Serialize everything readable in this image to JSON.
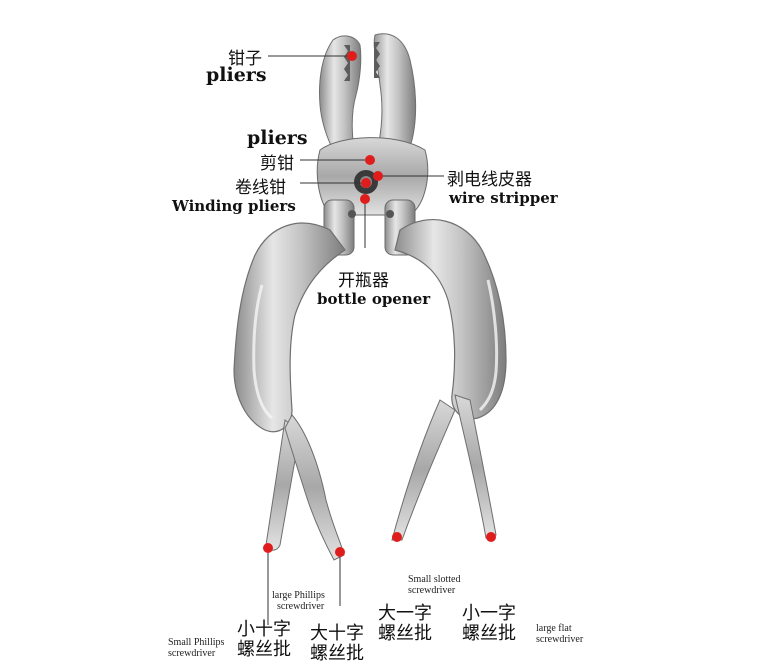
{
  "labels": {
    "pliers_cn": "钳子",
    "pliers_en": "pliers",
    "cutter_en": "pliers",
    "cutter_cn": "剪钳",
    "winding_cn": "卷线钳",
    "winding_en": "Winding pliers",
    "stripper_cn": "剥电线皮器",
    "stripper_en": "wire stripper",
    "opener_cn": "开瓶器",
    "opener_en": "bottle opener",
    "small_phillips_cn_1": "小十字",
    "small_phillips_cn_2": "螺丝批",
    "small_phillips_en_1": "Small Phillips",
    "small_phillips_en_2": "screwdriver",
    "large_phillips_cn_1": "大十字",
    "large_phillips_cn_2": "螺丝批",
    "large_phillips_en_1": "large Phillips",
    "large_phillips_en_2": "screwdriver",
    "small_slotted_cn_1": "大一字",
    "small_slotted_cn_2": "螺丝批",
    "small_slotted_en_1": "Small slotted",
    "small_slotted_en_2": "screwdriver",
    "large_flat_cn_1": "小一字",
    "large_flat_cn_2": "螺丝批",
    "large_flat_en_1": "large flat",
    "large_flat_en_2": "screwdriver"
  },
  "colors": {
    "marker": "#e01d1d",
    "steel": "#b9b9b9",
    "background": "#ffffff"
  }
}
